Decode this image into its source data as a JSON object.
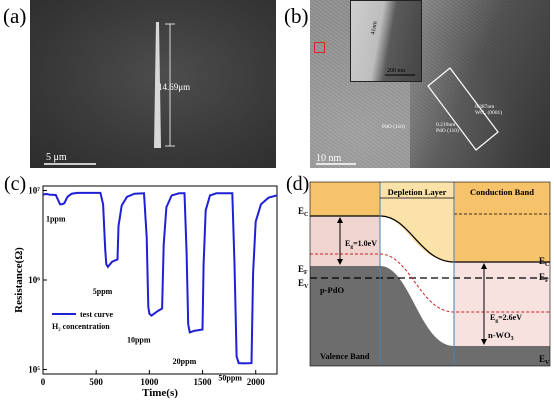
{
  "panels": {
    "a": {
      "label": "(a)",
      "length_label": "14.69μm",
      "scalebar_label": "5  μm"
    },
    "b": {
      "label": "(b)",
      "inset_width_label": "41nm",
      "inset_scalebar_label": "200 nm",
      "scalebar_label": "10  nm",
      "lattice_wo3": "0.387nm\nWO₃ (0001)",
      "lattice_pdo_1": "PdO (110)",
      "lattice_pdo_2": "0.219nm\nPdO (110)"
    },
    "c": {
      "label": "(c)"
    },
    "d": {
      "label": "(d)"
    }
  },
  "chart_data": {
    "type": "line",
    "xlabel": "Time(s)",
    "ylabel": "Resistance(Ω)",
    "x_ticks": [
      0,
      500,
      1000,
      1500,
      2000
    ],
    "y_ticks": [
      "10⁵",
      "10⁶",
      "10⁷"
    ],
    "y_tick_values": [
      100000,
      1000000,
      10000000
    ],
    "xlim": [
      0,
      2200
    ],
    "ylim_log10": [
      4.95,
      7.05
    ],
    "legend": {
      "series_label": "test curve",
      "note": "H₂ concentration",
      "placement": "lower-left"
    },
    "annotations": [
      {
        "text": "1ppm",
        "x": 120,
        "y": 4500000
      },
      {
        "text": "5ppm",
        "x": 560,
        "y": 700000
      },
      {
        "text": "10ppm",
        "x": 900,
        "y": 200000
      },
      {
        "text": "20ppm",
        "x": 1330,
        "y": 115000
      },
      {
        "text": "50ppm",
        "x": 1760,
        "y": 75000
      }
    ],
    "series": [
      {
        "color": "#1f1fd6",
        "points": [
          [
            0,
            9000000
          ],
          [
            20,
            9100000
          ],
          [
            40,
            9100000
          ],
          [
            60,
            9000000
          ],
          [
            120,
            8900000
          ],
          [
            160,
            7000000
          ],
          [
            180,
            7000000
          ],
          [
            200,
            7200000
          ],
          [
            230,
            8500000
          ],
          [
            270,
            9200000
          ],
          [
            320,
            9400000
          ],
          [
            400,
            9400000
          ],
          [
            540,
            9400000
          ],
          [
            565,
            7000000
          ],
          [
            585,
            2200000
          ],
          [
            595,
            1500000
          ],
          [
            610,
            1400000
          ],
          [
            650,
            1600000
          ],
          [
            700,
            1700000
          ],
          [
            710,
            4000000
          ],
          [
            740,
            6800000
          ],
          [
            790,
            8500000
          ],
          [
            860,
            9200000
          ],
          [
            950,
            9300000
          ],
          [
            975,
            3000000
          ],
          [
            990,
            500000
          ],
          [
            1000,
            420000
          ],
          [
            1020,
            400000
          ],
          [
            1080,
            450000
          ],
          [
            1120,
            480000
          ],
          [
            1135,
            2500000
          ],
          [
            1160,
            6500000
          ],
          [
            1210,
            8800000
          ],
          [
            1280,
            9300000
          ],
          [
            1330,
            9300000
          ],
          [
            1350,
            2000000
          ],
          [
            1365,
            320000
          ],
          [
            1380,
            260000
          ],
          [
            1420,
            270000
          ],
          [
            1500,
            280000
          ],
          [
            1510,
            1500000
          ],
          [
            1530,
            6000000
          ],
          [
            1570,
            8800000
          ],
          [
            1630,
            9300000
          ],
          [
            1780,
            9300000
          ],
          [
            1800,
            1500000
          ],
          [
            1820,
            140000
          ],
          [
            1840,
            118000
          ],
          [
            1900,
            117000
          ],
          [
            1960,
            118000
          ],
          [
            1975,
            1200000
          ],
          [
            2000,
            4500000
          ],
          [
            2050,
            7000000
          ],
          [
            2120,
            8300000
          ],
          [
            2200,
            8800000
          ]
        ]
      }
    ]
  },
  "band_diagram": {
    "depletion_label": "Depletion Layer",
    "conduction_label": "Conduction Band",
    "valence_label": "Valence Band",
    "ec_label": "E",
    "ec_sub": "C",
    "ef_label": "E",
    "ef_sub": "F",
    "ev_label": "E",
    "ev_sub": "V",
    "gap_left": "E",
    "gap_left_sub": "g",
    "gap_left_val": "=1.0eV",
    "gap_right": "E",
    "gap_right_sub": "g",
    "gap_right_val": "=2.6eV",
    "pdo_label": "p-PdO",
    "wo3_label": "n-WO",
    "wo3_sub": "3"
  }
}
